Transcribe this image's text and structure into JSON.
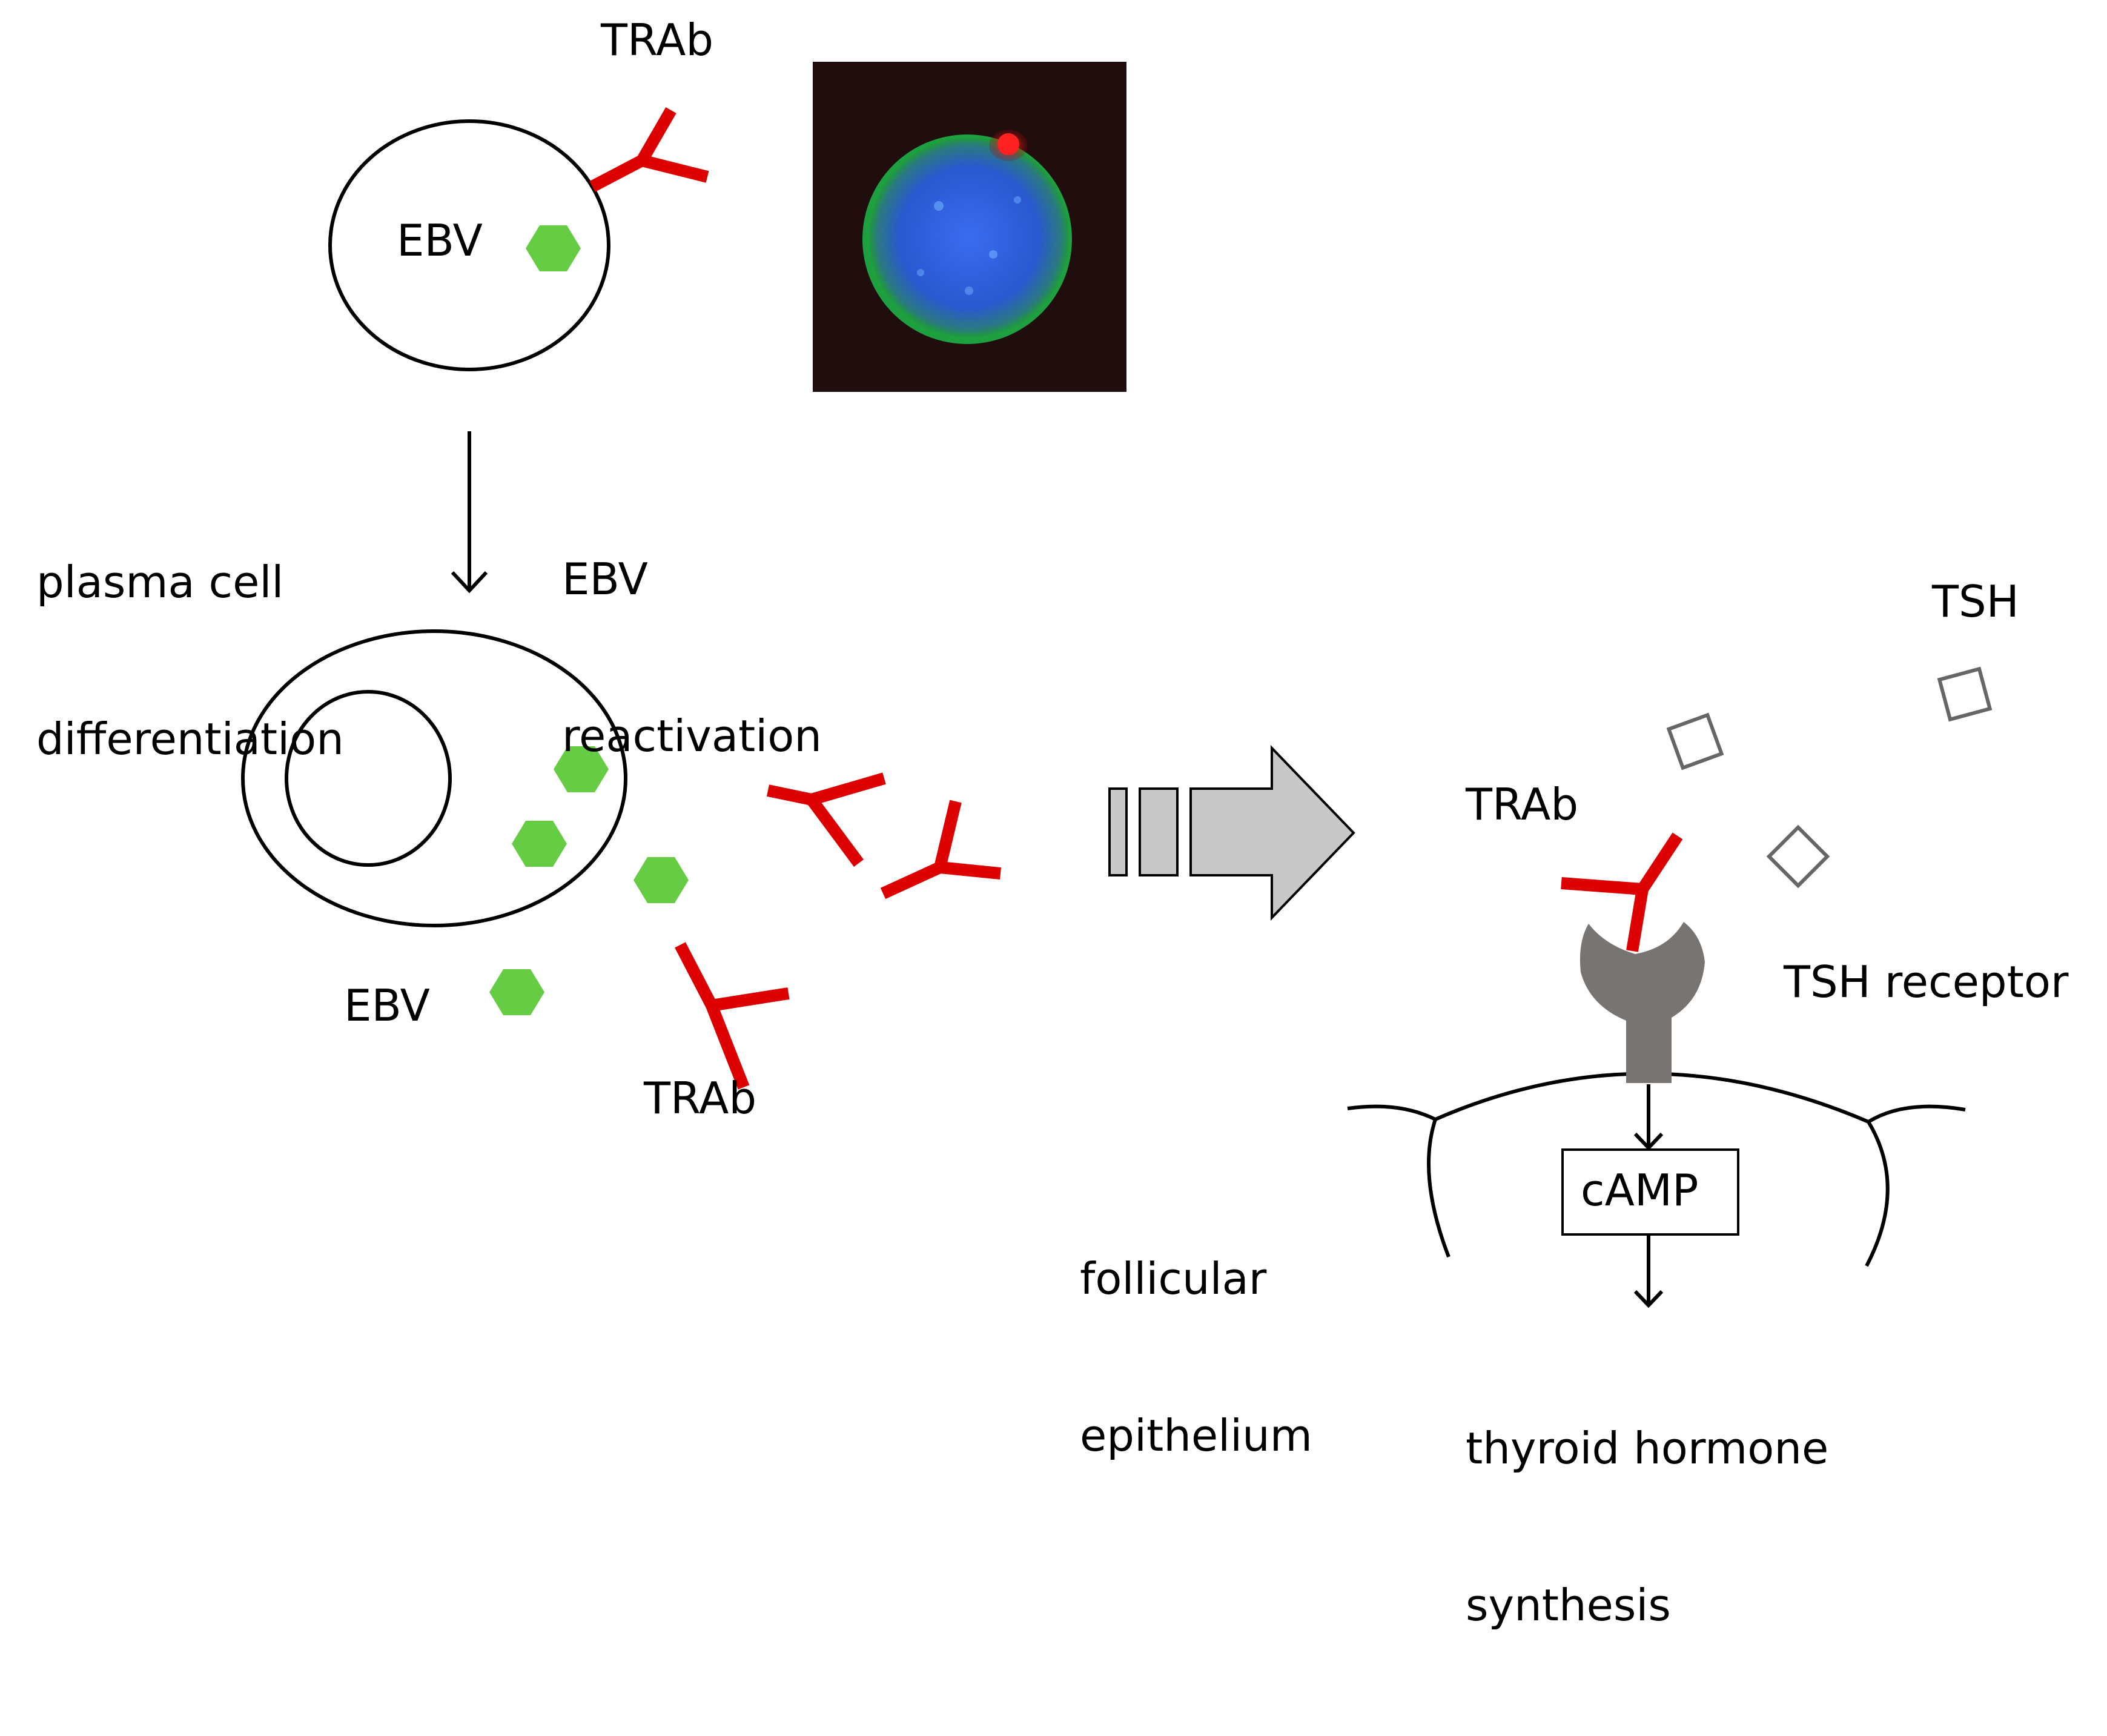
{
  "labels": {
    "trab_top": "TRAb",
    "ebv_top": "EBV",
    "plasma_cell_line1": "plasma cell",
    "plasma_cell_line2": "differentiation",
    "ebv_react_line1": "EBV",
    "ebv_react_line2": "reactivation",
    "tsh": "TSH",
    "trab_right": "TRAb",
    "tsh_receptor": "TSH receptor",
    "ebv_bottom": "EBV",
    "trab_bottom": "TRAb",
    "follicular_line1": "follicular",
    "follicular_line2": "epithelium",
    "camp": "cAMP",
    "thyroid_line1": "thyroid hormone",
    "thyroid_line2": "synthesis"
  },
  "colors": {
    "antibody": "#dd0000",
    "virus": "#66cc44",
    "receptor": "#777472",
    "big_arrow_fill": "#c8c8c8",
    "micro_background": "#200e0e",
    "micro_nucleus": "#2b5cd8",
    "micro_cap": "#ff2a2a",
    "line": "#000000"
  }
}
